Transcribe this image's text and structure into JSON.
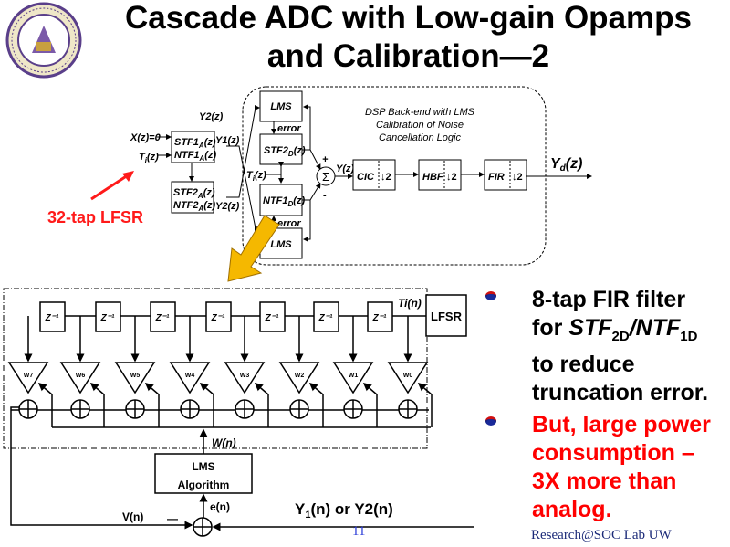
{
  "title": {
    "line1": "Cascade ADC with Low-gain Opamps",
    "line2": "and Calibration—2"
  },
  "logo": {
    "text": "UNIVERSITY OF WASHINGTON 1861"
  },
  "annotation": {
    "lfsr_label": "32-tap LFSR",
    "color": "#ff1a1a"
  },
  "top_diagram": {
    "y2_top": "Y2(z)",
    "x_in": "X(z)=0",
    "ti_in": {
      "main": "T",
      "sub": "i",
      "tail": "(z)"
    },
    "stf1a": {
      "main": "STF1",
      "sub": "A",
      "tail": "(z)"
    },
    "ntf1a": {
      "main": "NTF1",
      "sub": "A",
      "tail": "(z)"
    },
    "stf2a": {
      "main": "STF2",
      "sub": "A",
      "tail": "(z)"
    },
    "ntf2a": {
      "main": "NTF2",
      "sub": "A",
      "tail": "(z)"
    },
    "y1_out": "Y1(z)",
    "y2_out": "Y2(z)",
    "lms_top": "LMS",
    "lms_bottom": "LMS",
    "error_top": "error",
    "error_bottom": "error",
    "stf2d": {
      "main": "STF2",
      "sub": "D",
      "tail": "(z)"
    },
    "ntf1d": {
      "main": "NTF1",
      "sub": "D",
      "tail": "(z)"
    },
    "ti_mid": {
      "main": "T",
      "sub": "i",
      "tail": "(z)"
    },
    "sigma": "Σ",
    "plus": "+",
    "minus": "-",
    "yz": "Y(z)",
    "dsp_caption": [
      "DSP Back-end with LMS",
      "Calibration of Noise",
      "Cancellation Logic"
    ],
    "stages": [
      {
        "name": "CIC",
        "dec": "↓2"
      },
      {
        "name": "HBF",
        "dec": "↓2"
      },
      {
        "name": "FIR",
        "dec": "↓2"
      }
    ],
    "yd": {
      "main": "Y",
      "sub": "d",
      "tail": "(z)"
    }
  },
  "fir_diagram": {
    "delay_label": "Z⁻¹",
    "weights": [
      "W7",
      "W6",
      "W5",
      "W4",
      "W3",
      "W2",
      "W1",
      "W0"
    ],
    "ti_n": "Ti(n)",
    "lfsr": "LFSR",
    "w_n": "W(n)",
    "lms_line1": "LMS",
    "lms_line2": "Algorithm",
    "e_n": "e(n)",
    "v_n": "V(n)",
    "minus": "—",
    "y_in": {
      "a": "Y",
      "sub": "1",
      "b": "(n) or Y2(n)"
    }
  },
  "bullets": [
    {
      "lines": [
        "8-tap FIR filter",
        "for ",
        "to reduce",
        "truncation error."
      ],
      "stf": "STF",
      "stf_sub": "2D",
      "sep": "/",
      "ntf": "NTF",
      "ntf_sub": "1D",
      "color": "#000000"
    },
    {
      "lines": [
        "But, large power",
        "consumption –",
        "3X more than",
        "analog."
      ],
      "color": "#ff0000"
    }
  ],
  "footer": {
    "page": "11",
    "lab": "Research@SOC Lab UW"
  },
  "colors": {
    "arrow_yellow": "#f5b800",
    "bullet_blue": "#1a2a9a",
    "bullet_red": "#d01010"
  }
}
